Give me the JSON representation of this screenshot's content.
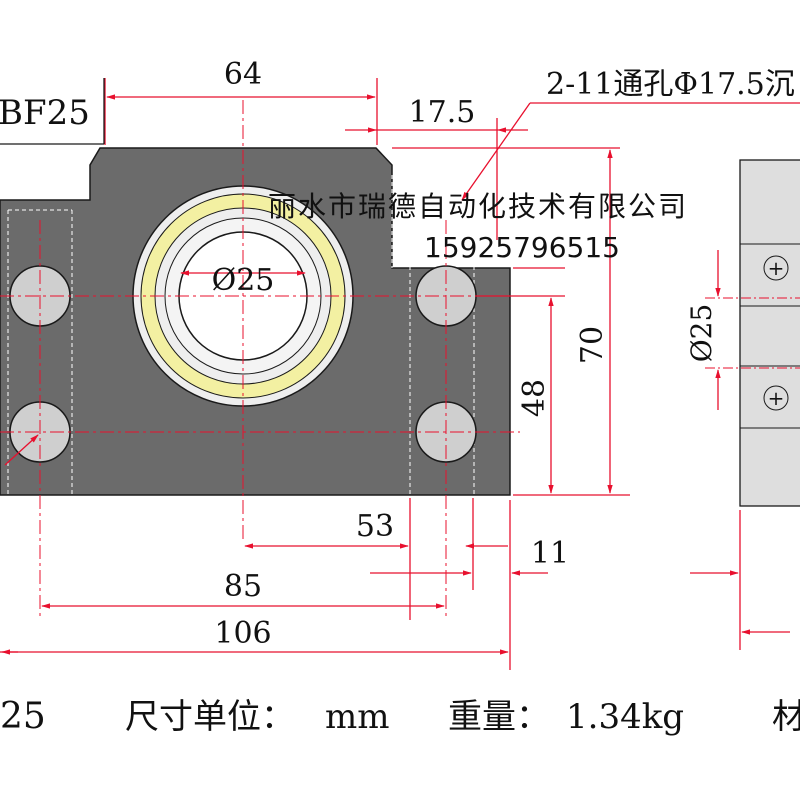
{
  "colors": {
    "body_fill": "#6b6b6b",
    "side_body_fill": "#dedede",
    "hole_fill": "#cfcfcf",
    "bearing_outer": "#eeeeee",
    "bearing_ring": "#f3f0a2",
    "dimension": "#e8102e",
    "centerline": "#e8102e",
    "outline": "#1a1a1a",
    "hidden_line": "#ffffff"
  },
  "labels": {
    "model": "BF25",
    "hole_note": "2-11通孔Φ17.5沉",
    "dim_64": "64",
    "dim_17_5": "17.5",
    "dim_bore": "Ø25",
    "dim_bore_side": "Ø25",
    "dim_70": "70",
    "dim_48": "48",
    "dim_53": "53",
    "dim_11": "11",
    "dim_85": "85",
    "dim_106": "106",
    "watermark_company": "丽水市瑞德自动化技术有限公司",
    "watermark_phone": "15925796515",
    "plus_symbol": "+"
  },
  "footer": {
    "model_tail": "25",
    "unit_label": "尺寸单位：",
    "unit_value": "mm",
    "weight_label": "重量：",
    "weight_value": "1.34kg",
    "material_partial": "材"
  }
}
